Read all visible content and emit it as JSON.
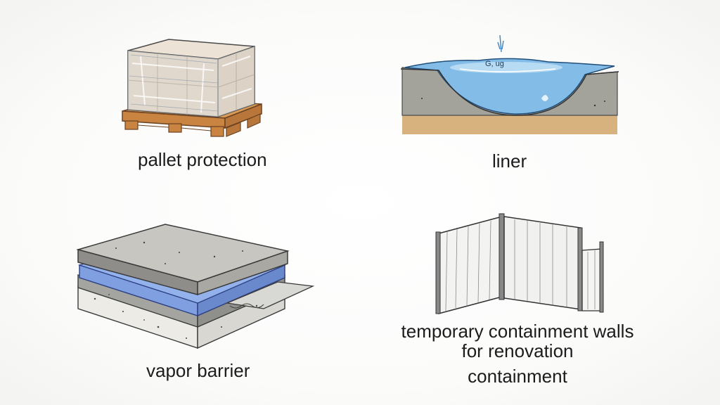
{
  "items": [
    {
      "id": "pallet",
      "caption": "pallet protection"
    },
    {
      "id": "liner",
      "caption": "liner",
      "sketch_text": "G, ug"
    },
    {
      "id": "vapor",
      "caption": "vapor barrier"
    },
    {
      "id": "walls",
      "caption_lines": [
        "temporary containment walls",
        "for renovation",
        "containment"
      ]
    }
  ],
  "colors": {
    "wood": "#c98a4a",
    "wrap": "#dfe7ef",
    "water": "#7fb8e6",
    "ground": "#9e9e96",
    "soil": "#d6b07c",
    "concrete": "#bdbdb9",
    "vapor_layer": "#7f9fe0"
  }
}
